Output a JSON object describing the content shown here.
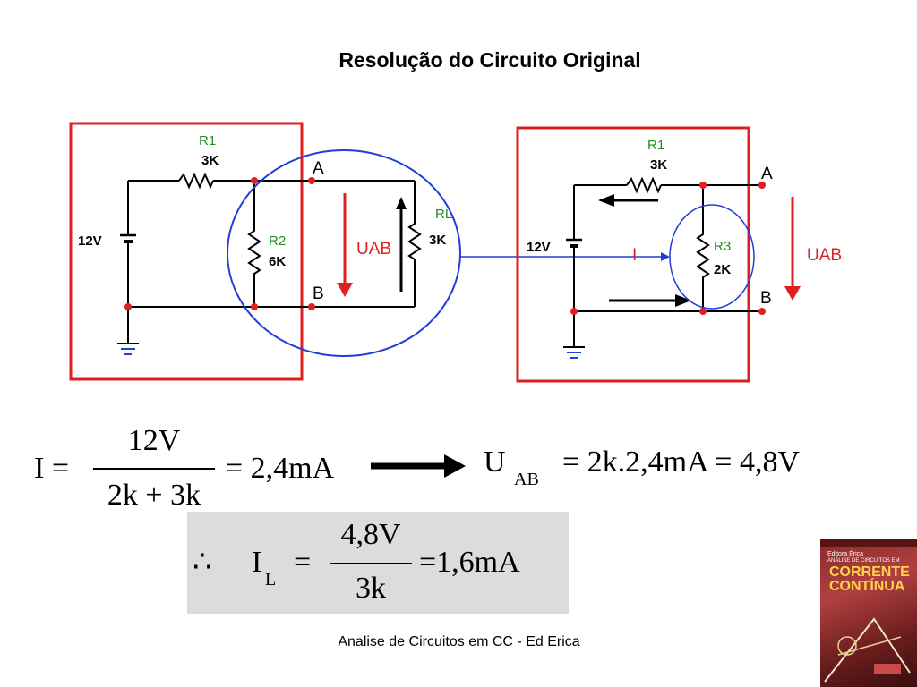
{
  "title": "Resolução do Circuito Original",
  "colors": {
    "frame": "#e02020",
    "circle": "#1f3fd6",
    "wire": "#000000",
    "node": "#e02020",
    "arrow_red": "#e02020",
    "label_green": "#1f8f1f"
  },
  "left_circuit": {
    "r1_name": "R1",
    "r1_value": "3K",
    "r2_name": "R2",
    "r2_value": "6K",
    "rl_name": "RL",
    "rl_value": "3K",
    "source": "12V",
    "node_a": "A",
    "node_b": "B",
    "voltage_label": "UAB"
  },
  "right_circuit": {
    "r1_name": "R1",
    "r1_value": "3K",
    "r3_name": "R3",
    "r3_value": "2K",
    "source": "12V",
    "node_a": "A",
    "node_b": "B",
    "current_label": "I",
    "voltage_label": "UAB"
  },
  "equations": {
    "eq1_lhs": "I =",
    "eq1_num": "12V",
    "eq1_den": "2k + 3k",
    "eq1_rhs": "= 2,4mA",
    "eq2_u": "U",
    "eq2_sub": "AB",
    "eq2_rhs": "= 2k.2,4mA = 4,8V",
    "eq3_therefore": "∴",
    "eq3_i": "I",
    "eq3_sub": "L",
    "eq3_eq": "=",
    "eq3_num": "4,8V",
    "eq3_den": "3k",
    "eq3_rhs": "=1,6mA"
  },
  "footer": "Analise de Circuitos em CC - Ed Erica",
  "book": {
    "publisher": "Editora Érica",
    "title": "ANÁLISE DE CIRCUITOS EM",
    "subtitle": "CORRENTE CONTÍNUA"
  }
}
